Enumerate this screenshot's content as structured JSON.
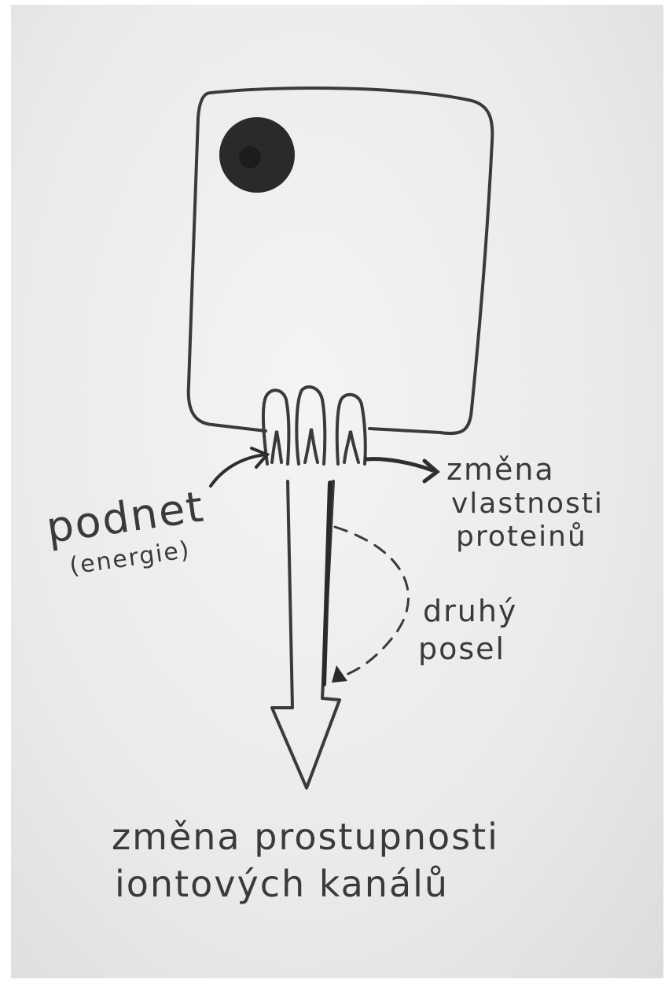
{
  "colors": {
    "ink": "#3a3a3a",
    "nucleus": "#2a2a2a",
    "paper": "#ebebeb"
  },
  "labels": {
    "stimulus_line1": "podnet",
    "stimulus_line2": "(energie)",
    "protein_change_line1": "změna",
    "protein_change_line2": "vlastnosti",
    "protein_change_line3": "proteinů",
    "second_messenger_line1": "druhý",
    "second_messenger_line2": "posel",
    "result_line1": "změna prostupnosti",
    "result_line2": "iontových kanálů"
  }
}
